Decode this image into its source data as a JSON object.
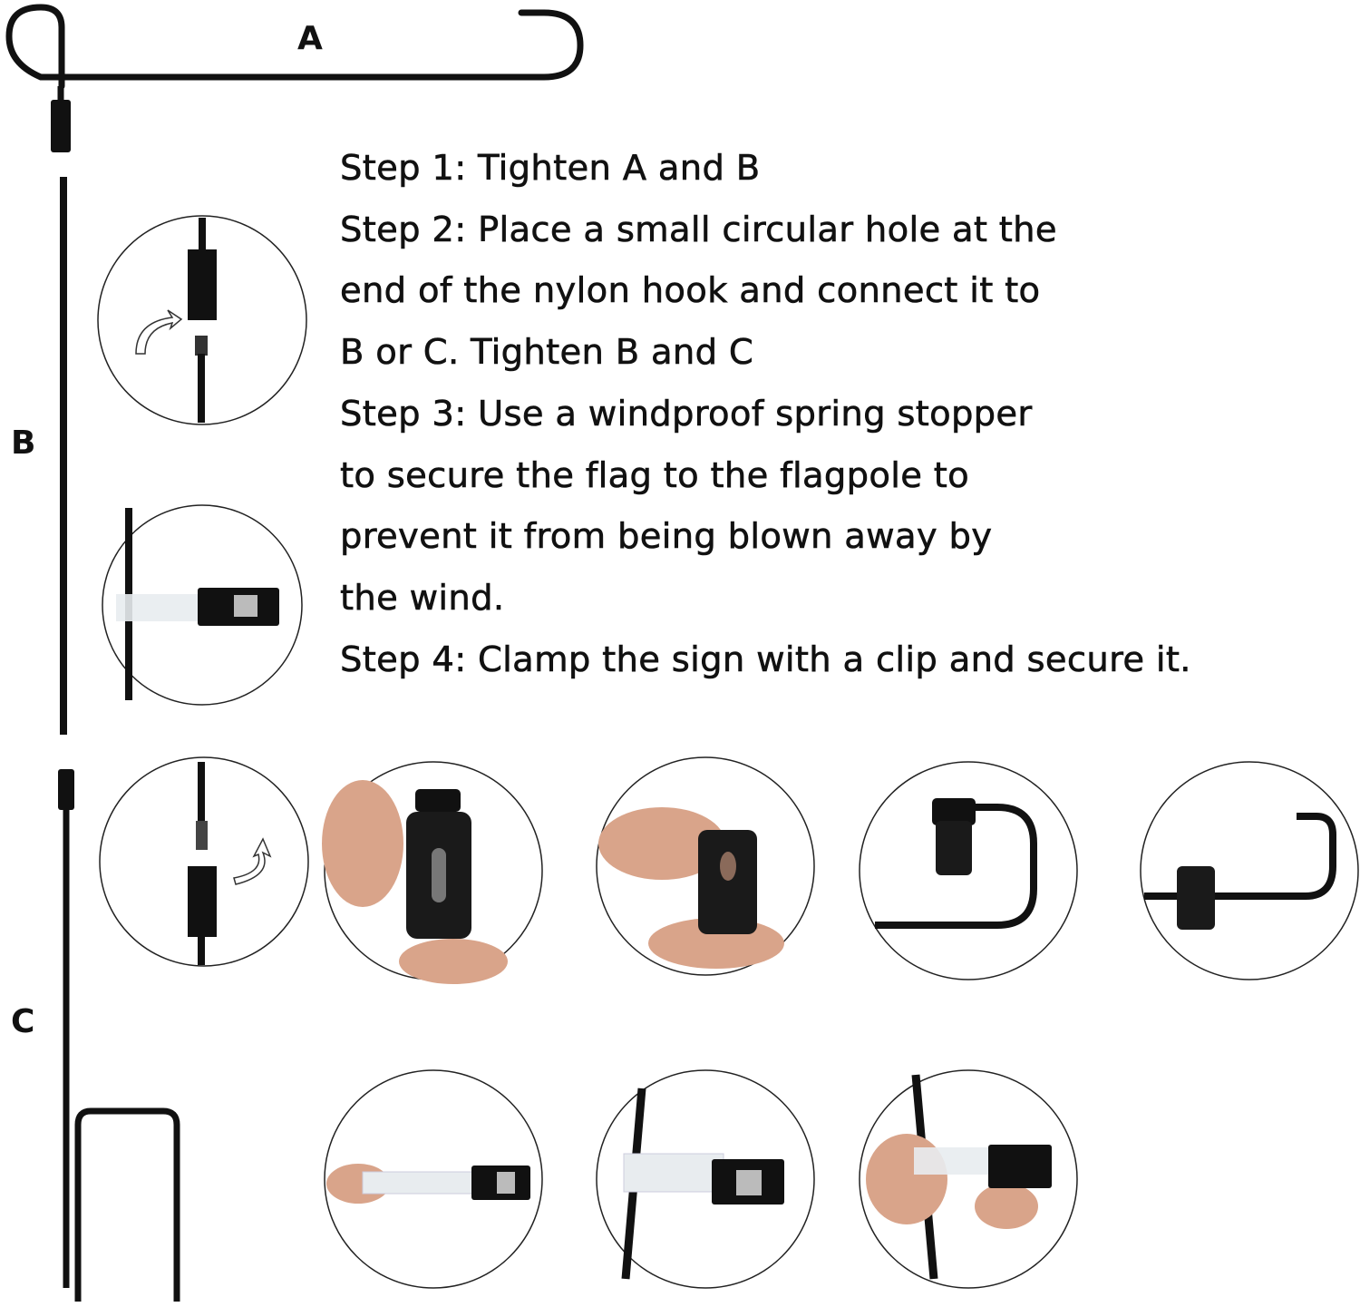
{
  "labels": {
    "a": "A",
    "b": "B",
    "c": "C"
  },
  "steps": [
    "Step 1: Tighten A and B",
    "Step 2: Place a small circular hole at the",
    "end of the nylon hook and connect it to",
    "B or C. Tighten B and C",
    "Step 3: Use a windproof spring stopper",
    "to secure the flag to the flagpole to",
    "prevent it from being blown away by",
    "the wind.",
    "Step 4: Clamp the sign with a clip and secure it."
  ],
  "colors": {
    "pole": "#111111",
    "skin": "#d9a48a",
    "clip_clear": "#e8ecef"
  }
}
